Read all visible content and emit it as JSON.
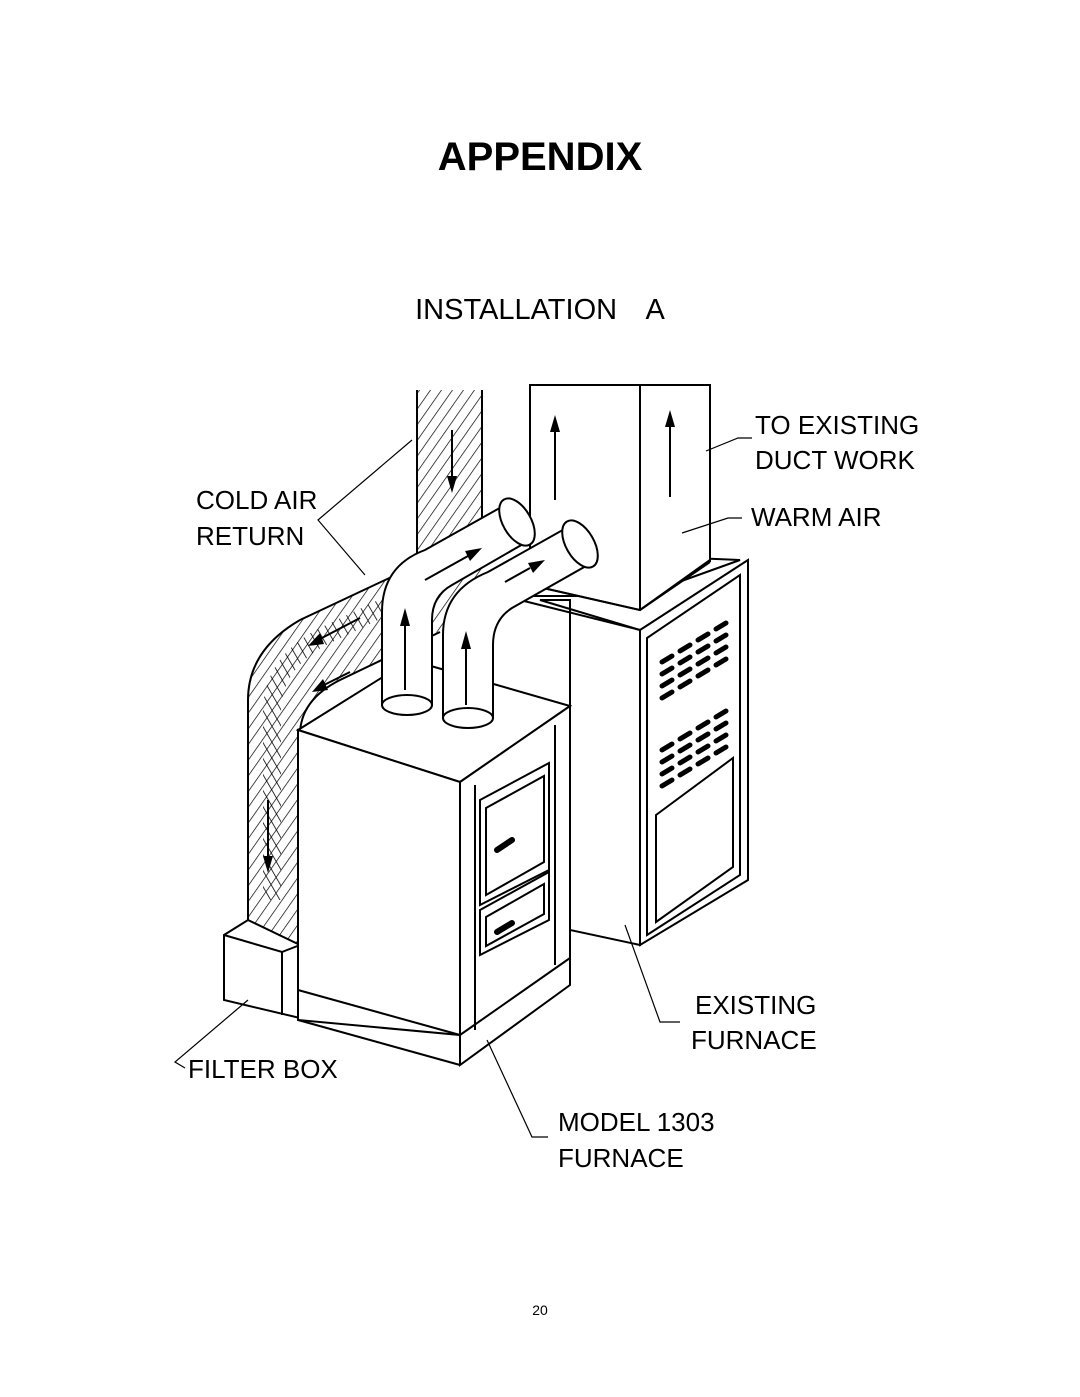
{
  "page": {
    "title": "APPENDIX",
    "subtitle": "INSTALLATION   A",
    "page_number": "20"
  },
  "labels": {
    "to_existing": "TO EXISTING",
    "duct_work": "DUCT WORK",
    "warm_air": "WARM AIR",
    "cold_air": "COLD AIR",
    "return": "RETURN",
    "existing": "EXISTING",
    "existing_furnace": "FURNACE",
    "filter_box": "FILTER BOX",
    "model": "MODEL 1303",
    "model_furnace": "FURNACE"
  }
}
